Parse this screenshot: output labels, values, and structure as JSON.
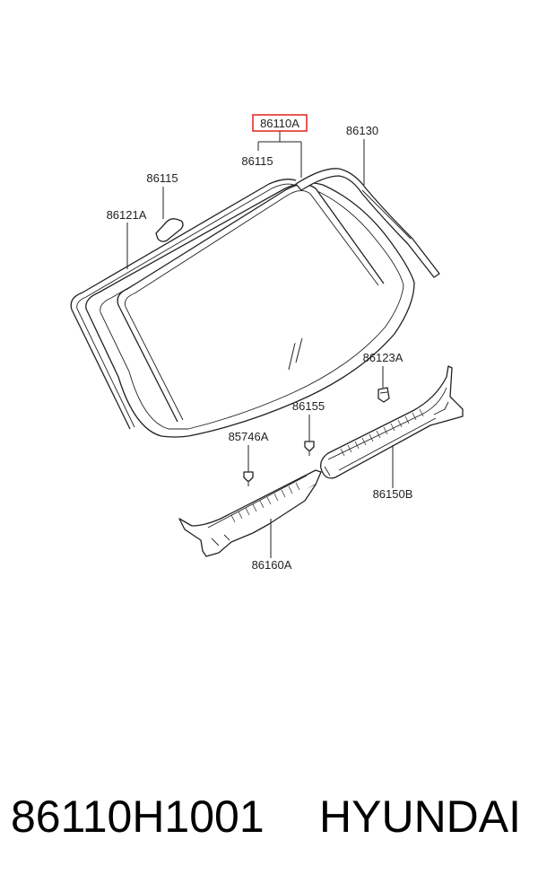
{
  "highlight_color": "#e0201b",
  "callouts": {
    "main_part": "86110A",
    "molding_top": "86115",
    "molding_side": "86130",
    "patch": "86115",
    "molding_left": "86121A",
    "clip_right": "86123A",
    "fastener_mid": "86155",
    "fastener_left": "85746A",
    "cowl_right": "86150B",
    "cowl_left": "86160A"
  },
  "footer": {
    "part_number": "86110H1001",
    "brand": "HYUNDAI"
  }
}
